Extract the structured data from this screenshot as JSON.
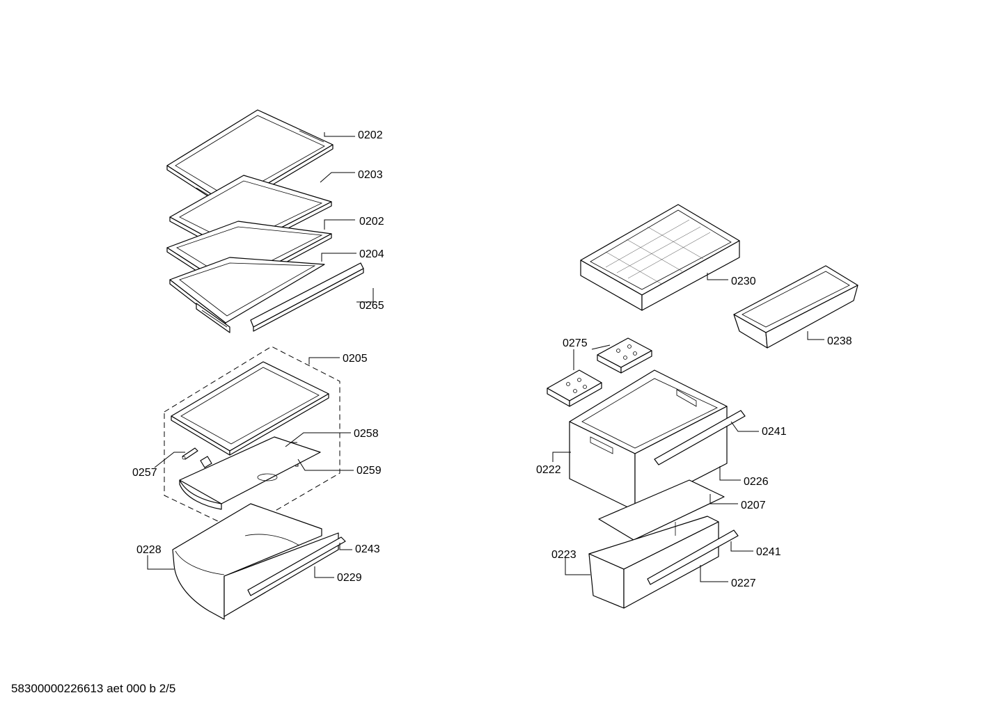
{
  "callouts": {
    "c0202a": "0202",
    "c0203": "0203",
    "c0202b": "0202",
    "c0204": "0204",
    "c0265": "0265",
    "c0205": "0205",
    "c0258": "0258",
    "c0257": "0257",
    "c0259": "0259",
    "c0228": "0228",
    "c0243": "0243",
    "c0229": "0229",
    "c0230": "0230",
    "c0238": "0238",
    "c0275": "0275",
    "c0241a": "0241",
    "c0222": "0222",
    "c0226": "0226",
    "c0207": "0207",
    "c0223": "0223",
    "c0241b": "0241",
    "c0227": "0227"
  },
  "footer": {
    "doc_id": "58300000226613 aet 000 b 2/5"
  }
}
